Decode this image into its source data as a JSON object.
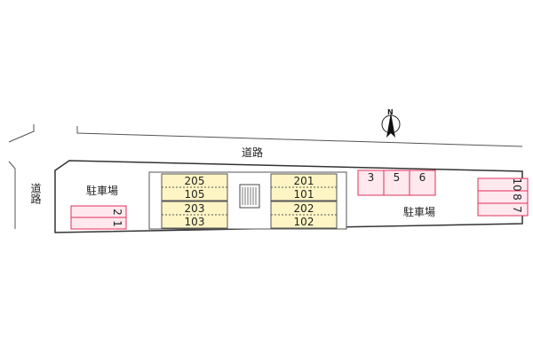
{
  "map": {
    "road_top_label": "道路",
    "road_left_label": "道路",
    "parking_left_label": "駐車場",
    "parking_right_label": "駐車場",
    "north_label": "N",
    "units": {
      "block_left_top_upper": "205",
      "block_left_top_lower": "105",
      "block_left_bottom_upper": "203",
      "block_left_bottom_lower": "103",
      "block_right_top_upper": "201",
      "block_right_top_lower": "101",
      "block_right_bottom_upper": "202",
      "block_right_bottom_lower": "102"
    },
    "parking_spaces": {
      "left": [
        "2",
        "1"
      ],
      "top_right": [
        "3",
        "5",
        "6"
      ],
      "far_right": [
        "10",
        "8",
        "7"
      ]
    },
    "colors": {
      "unit_fill": "#fff5c4",
      "parking_stroke": "#e0305a",
      "parking_fill": "#ffe8ee",
      "line": "#444444"
    }
  }
}
